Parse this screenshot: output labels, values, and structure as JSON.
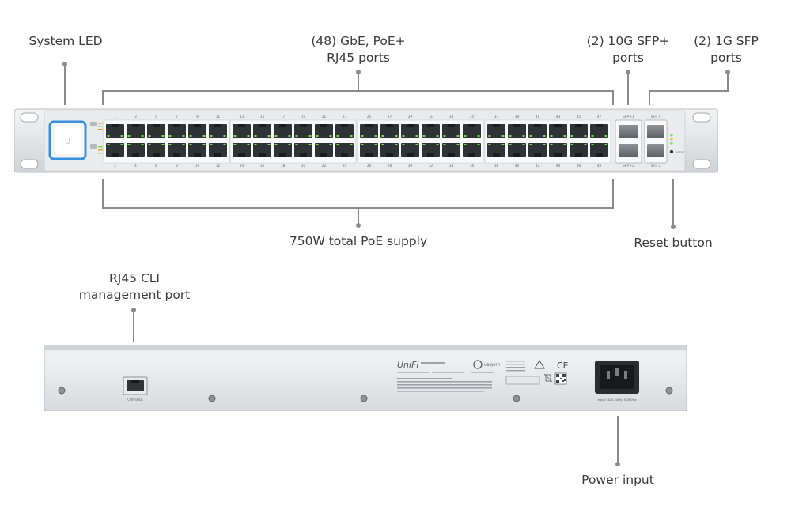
{
  "callouts": {
    "system_led": "System LED",
    "gbe_ports_line1": "(48) GbE, PoE+",
    "gbe_ports_line2": "RJ45 ports",
    "sfp10_line1": "(2) 10G SFP+",
    "sfp10_line2": "ports",
    "sfp1_line1": "(2) 1G SFP",
    "sfp1_line2": "ports",
    "poe_supply": "750W total PoE supply",
    "reset_button": "Reset button",
    "cli_line1": "RJ45 CLI",
    "cli_line2": "management port",
    "power_input": "Power input"
  },
  "front_panel": {
    "led_logo": "U",
    "top_port_numbers": [
      "1",
      "3",
      "5",
      "7",
      "9",
      "11",
      "13",
      "15",
      "17",
      "19",
      "21",
      "23",
      "25",
      "27",
      "29",
      "31",
      "33",
      "35",
      "37",
      "39",
      "41",
      "43",
      "45",
      "47"
    ],
    "bottom_port_numbers": [
      "2",
      "4",
      "6",
      "8",
      "10",
      "12",
      "14",
      "16",
      "18",
      "20",
      "22",
      "24",
      "26",
      "28",
      "30",
      "32",
      "34",
      "36",
      "38",
      "40",
      "42",
      "44",
      "46",
      "48"
    ],
    "sfp_plus_labels": [
      "SFP+1",
      "SFP+2"
    ],
    "sfp_labels": [
      "SFP 1",
      "SFP 2"
    ],
    "reset_label": "RESET"
  },
  "back_panel": {
    "console_label": "CONSOLE",
    "brand": "UniFi",
    "brand2": "UBIQUITI",
    "ce_mark": "CE",
    "power_rating": "Input: 100-240V, 50/60Hz"
  },
  "colors": {
    "chassis": "#e4e6e8",
    "port": "#2f3336",
    "led_ring": "#3a8fe0",
    "port_led": "#7ed957",
    "leader": "#8a8a8a"
  }
}
